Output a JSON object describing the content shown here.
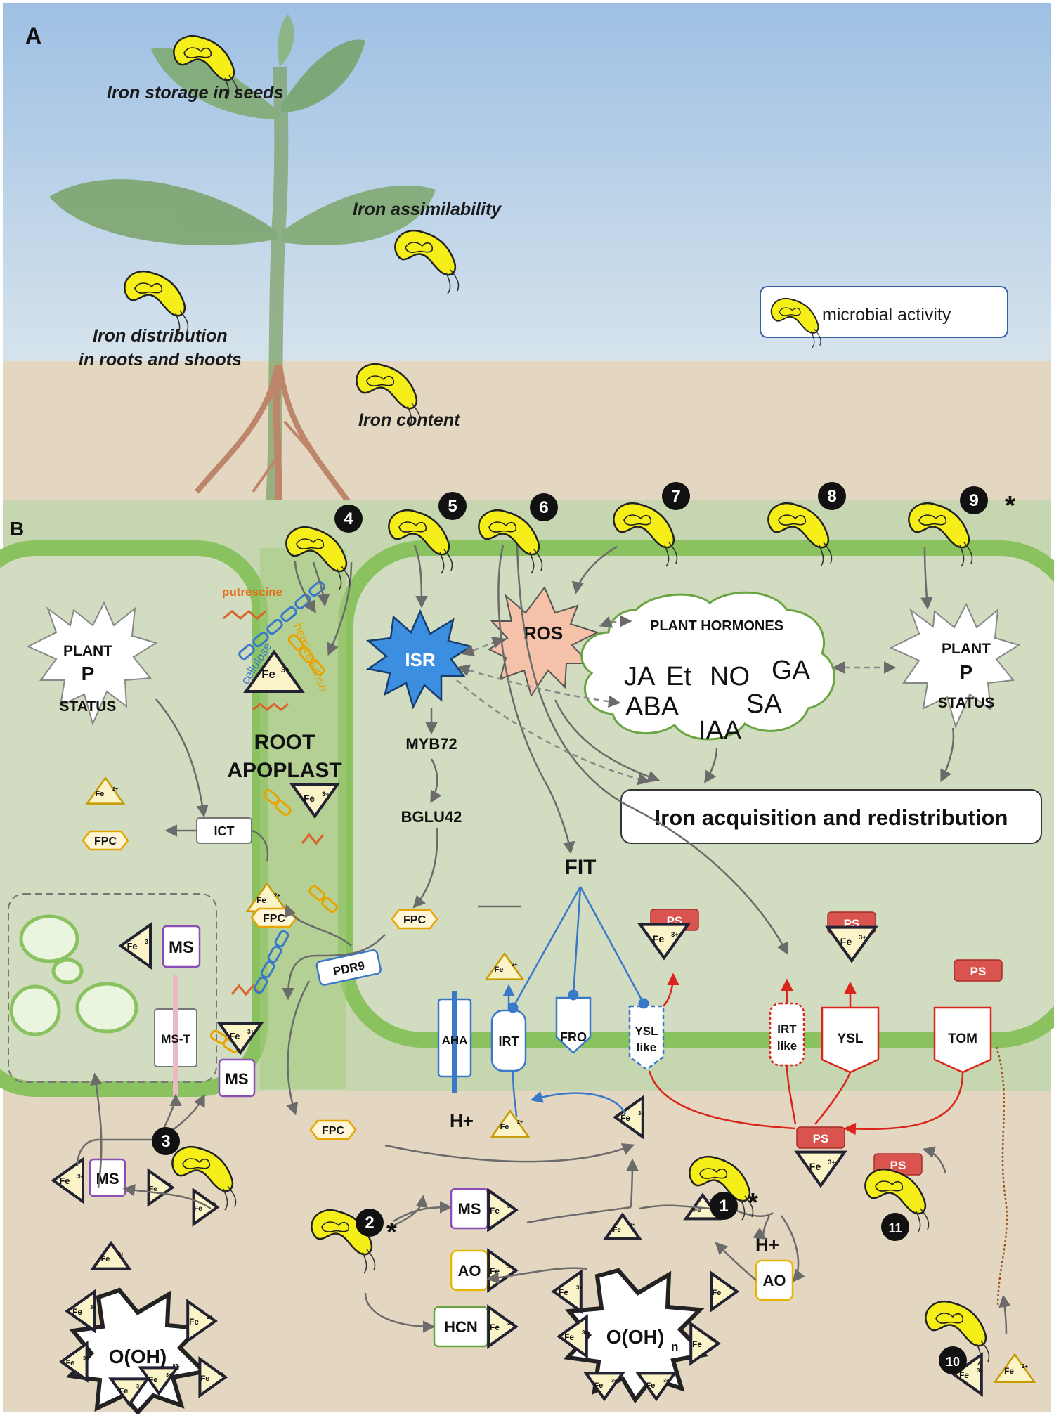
{
  "panels": {
    "a": "A",
    "b": "B"
  },
  "panel_a": {
    "legend_text": "microbial activity",
    "labels": {
      "seeds": "Iron storage in seeds",
      "assim": "Iron  assimilability",
      "dist1": "Iron distribution",
      "dist2": "in roots and shoots",
      "content": "Iron content"
    }
  },
  "panel_b": {
    "steps": {
      "s1": "1",
      "s2": "2",
      "s3": "3",
      "s4": "4",
      "s5": "5",
      "s6": "6",
      "s7": "7",
      "s8": "8",
      "s9": "9",
      "s10": "10",
      "s11": "11",
      "star": "*"
    },
    "plant_p": {
      "l1": "PLANT",
      "l2": "P",
      "l3": "STATUS"
    },
    "apoplast": {
      "l1": "ROOT",
      "l2": "APOPLAST"
    },
    "wall": {
      "putrescine": "putrescine",
      "cellulose": "cellulose",
      "hemicellulose": "hemicellulose"
    },
    "isr": "ISR",
    "ros": "ROS",
    "hormones": {
      "title": "PLANT HORMONES",
      "ja": "JA",
      "et": "Et",
      "no": "NO",
      "ga": "GA",
      "aba": "ABA",
      "sa": "SA",
      "iaa": "IAA"
    },
    "myb72": "MYB72",
    "bglu42": "BGLU42",
    "iron_box": "Iron acquisition and redistribution",
    "fit": "FIT",
    "fpc": "FPC",
    "ict": "ICT",
    "pdr9": "PDR9",
    "ms": "MS",
    "mst": "MS-T",
    "ao": "AO",
    "hcn": "HCN",
    "aha": "AHA",
    "irt": "IRT",
    "fro": "FRO",
    "ysl_like_1": "YSL",
    "ysl_like_2": "like",
    "irt_like_1": "IRT",
    "irt_like_2": "like",
    "ysl": "YSL",
    "tom": "TOM",
    "ps": "PS",
    "hplus": "H+",
    "fe3": "Fe",
    "fe3sup": "3+",
    "fe2sup": "2+",
    "mineral": "O(OH)",
    "mineral_sub": "n"
  },
  "colors": {
    "microbe": "#f5ee18",
    "arrow": "#6b6b6b",
    "blue": "#3a78c9",
    "red": "#d9251c",
    "fpc": "#e8a400",
    "ms": "#8a4fb5",
    "green": "#6aa443",
    "sky": "#a9c7e6",
    "soil": "#e4d7c1"
  }
}
